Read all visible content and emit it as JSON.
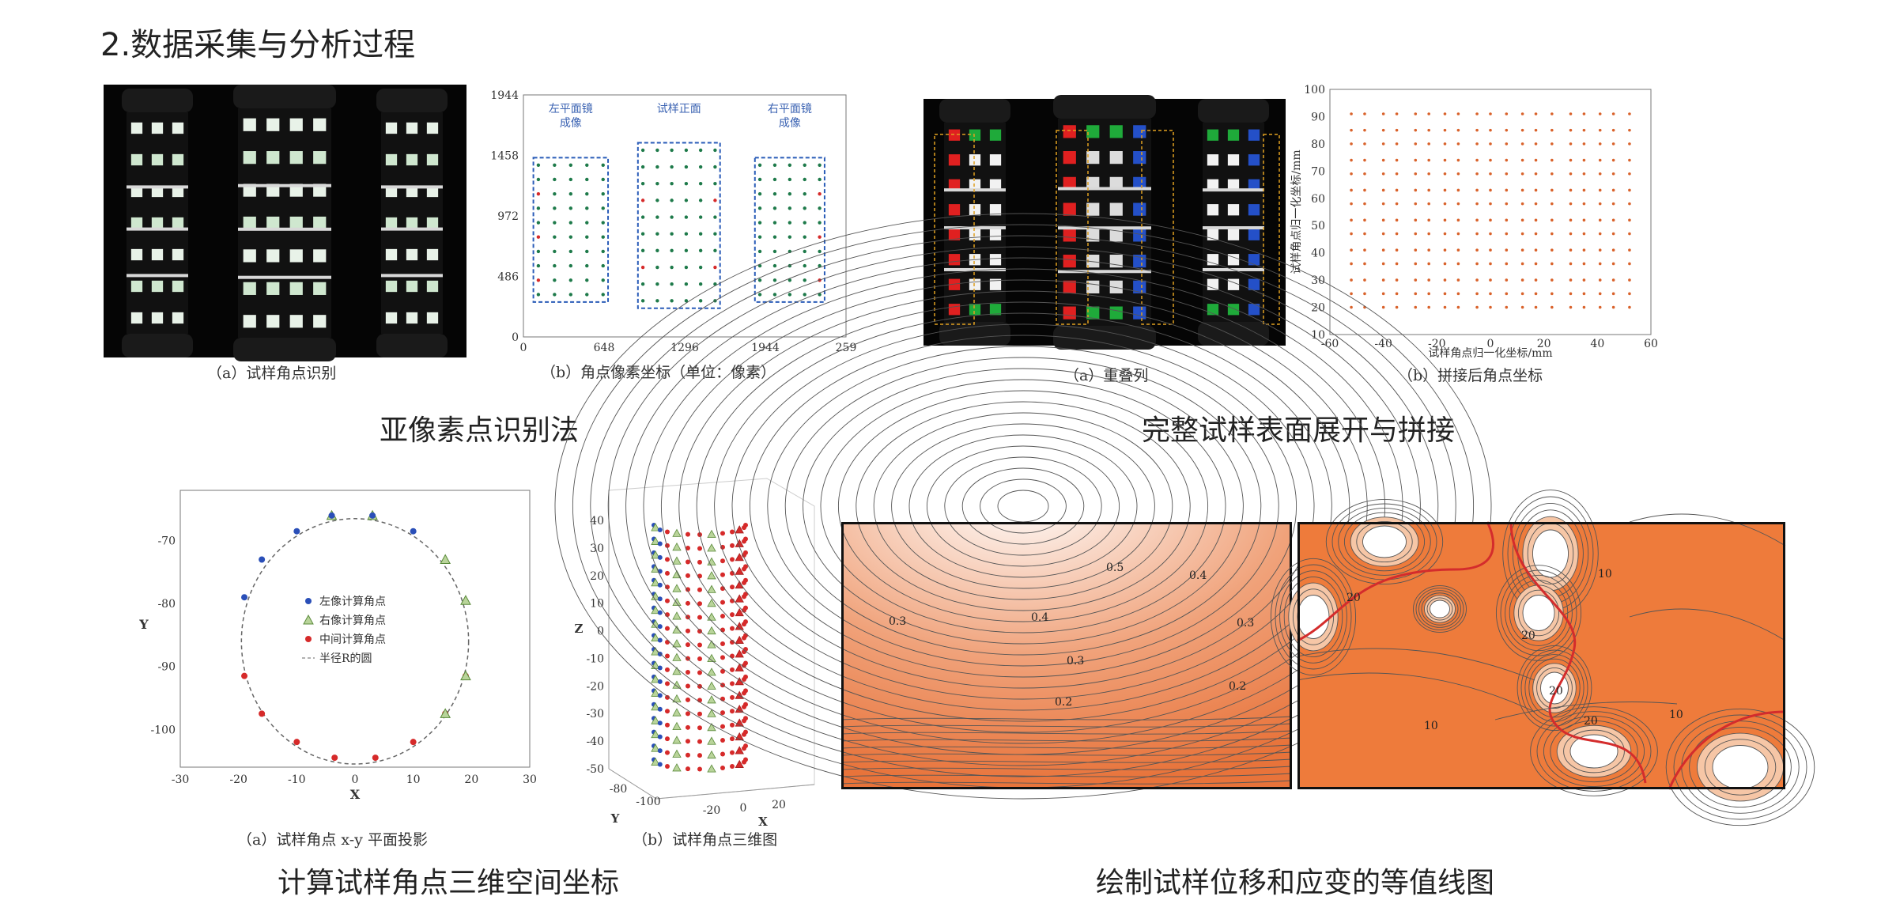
{
  "page": {
    "title": "2.数据采集与分析过程"
  },
  "sections": {
    "subpixel": {
      "caption": "亚像素点识别法"
    },
    "stitch": {
      "caption": "完整试样表面展开与拼接"
    },
    "coords3d": {
      "caption": "计算试样角点三维空间坐标"
    },
    "contour": {
      "caption": "绘制试样位移和应变的等值线图"
    }
  },
  "figures": {
    "corner_identify": {
      "caption": "（a）试样角点识别"
    },
    "pixel_coords": {
      "caption": "（b）角点像素坐标（单位：像素）",
      "box_labels": [
        "左平面镜",
        "成像",
        "试样正面",
        "右平面镜",
        "成像"
      ]
    },
    "overlay": {
      "caption": "（a）重叠列"
    },
    "stitched": {
      "caption": "（b）拼接后角点坐标"
    },
    "xy_projection": {
      "caption": "（a）试样角点 x-y 平面投影",
      "legend": [
        "左像计算角点",
        "右像计算角点",
        "中间计算角点",
        "半径R的圆"
      ]
    },
    "view3d": {
      "caption": "（b）试样角点三维图"
    },
    "contour_left": {
      "labels": [
        "0.5",
        "0.4",
        "0.4",
        "0.3",
        "0.3",
        "0.3",
        "0.2",
        "0.2"
      ]
    },
    "contour_right": {
      "labels": [
        "20",
        "20",
        "20",
        "20",
        "10",
        "10",
        "10"
      ]
    }
  },
  "chart_data": [
    {
      "type": "scatter",
      "name": "pixel_coords",
      "x_ticks": [
        "0",
        "648",
        "1296",
        "1944",
        "259"
      ],
      "y_ticks": [
        "0",
        "486",
        "972",
        "1458",
        "1944"
      ],
      "xlim": [
        0,
        2592
      ],
      "ylim": [
        0,
        1944
      ],
      "groups": [
        {
          "box_x": [
            80,
            680
          ],
          "box_y": [
            280,
            1440
          ]
        },
        {
          "box_x": [
            920,
            1580
          ],
          "box_y": [
            230,
            1560
          ]
        },
        {
          "box_x": [
            1860,
            2420
          ],
          "box_y": [
            280,
            1440
          ]
        }
      ]
    },
    {
      "type": "scatter",
      "name": "stitched",
      "x_ticks": [
        "-60",
        "-40",
        "-20",
        "0",
        "20",
        "40",
        "60"
      ],
      "y_ticks": [
        "10",
        "20",
        "30",
        "40",
        "50",
        "60",
        "70",
        "80",
        "90",
        "100"
      ],
      "xlim": [
        -60,
        60
      ],
      "ylim": [
        10,
        100
      ],
      "xlabel": "试样角点归一化坐标/mm",
      "ylabel": "试样角点归一化坐标/mm",
      "x": [
        -52,
        -47,
        -40,
        -35,
        -28,
        -23,
        -17,
        -12,
        -5,
        0,
        6,
        12,
        17,
        23,
        30,
        35,
        41,
        46,
        52
      ],
      "y": [
        20,
        25,
        30,
        36,
        41,
        47,
        52,
        58,
        63,
        69,
        74,
        80,
        85,
        91
      ]
    },
    {
      "type": "scatter",
      "name": "xy_projection",
      "x_ticks": [
        "-30",
        "-20",
        "-10",
        "0",
        "10",
        "20",
        "30"
      ],
      "y_ticks": [
        "-70",
        "-80",
        "-90",
        "-100"
      ],
      "xlim": [
        -30,
        30
      ],
      "ylim": [
        -106,
        -62
      ],
      "xlabel": "X",
      "ylabel": "Y",
      "circle": {
        "cx": 0,
        "cy": -86,
        "r": 19.5
      },
      "left_points": [
        [
          -19,
          -79
        ],
        [
          -16,
          -73
        ],
        [
          -10,
          -68.5
        ],
        [
          -4,
          -66
        ],
        [
          3,
          -66
        ],
        [
          10,
          -68.5
        ]
      ],
      "right_points": [
        [
          -4,
          -66
        ],
        [
          3,
          -66
        ],
        [
          15.5,
          -73
        ],
        [
          19,
          -79.5
        ],
        [
          19,
          -91.5
        ],
        [
          15.5,
          -97.5
        ]
      ],
      "middle_points": [
        [
          -19,
          -91.5
        ],
        [
          -16,
          -97.5
        ],
        [
          -10,
          -102
        ],
        [
          -3.5,
          -104.5
        ],
        [
          3.5,
          -104.5
        ],
        [
          10,
          -102
        ],
        [
          15.5,
          -97.5
        ],
        [
          19,
          -91.5
        ]
      ]
    },
    {
      "type": "scatter",
      "name": "view3d",
      "z_ticks": [
        "40",
        "30",
        "20",
        "10",
        "0",
        "-10",
        "-20",
        "-30",
        "-40",
        "-50"
      ],
      "x_ticks": [
        "-20",
        "0",
        "20"
      ],
      "y_ticks": [
        "-80",
        "-100"
      ],
      "xlabel": "X",
      "ylabel": "Y",
      "zlabel": "Z",
      "levels": [
        -45,
        -40,
        -35,
        -30,
        -25,
        -20,
        -15,
        -10,
        -5,
        0,
        5,
        10,
        15,
        20,
        25,
        30,
        35,
        40
      ]
    },
    {
      "type": "heatmap",
      "name": "contour_left",
      "colors": [
        "#ffffff",
        "#e8733a"
      ]
    },
    {
      "type": "heatmap",
      "name": "contour_right",
      "colors": [
        "#ffffff",
        "#ee7b3b"
      ],
      "highlight_color": "#d42c2c"
    }
  ]
}
